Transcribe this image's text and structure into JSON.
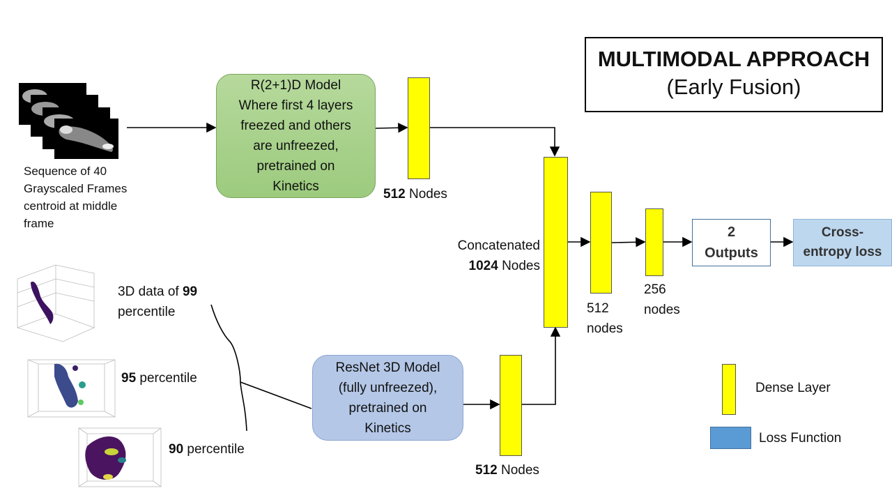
{
  "title": {
    "line1": "MULTIMODAL APPROACH",
    "line2": "(Early Fusion)"
  },
  "input_video": {
    "lines": [
      "Sequence of 40",
      "Grayscaled Frames",
      "centroid at middle",
      "frame"
    ]
  },
  "r21d_model": {
    "lines": [
      "R(2+1)D Model",
      "Where first 4 layers",
      "freezed and others",
      "are unfreezed,",
      "pretrained on",
      "Kinetics"
    ]
  },
  "resnet_model": {
    "lines": [
      "ResNet 3D Model",
      "(fully unfreezed),",
      "pretrained on",
      "Kinetics"
    ]
  },
  "dense_top_label": {
    "bold": "512",
    "text": " Nodes"
  },
  "dense_bottom_label": {
    "bold": "512",
    "text": " Nodes"
  },
  "concat_label": {
    "line1": "Concatenated",
    "bold": "1024",
    "text": " Nodes"
  },
  "dense_512_label": {
    "line1": "512",
    "line2": "nodes"
  },
  "dense_256_label": {
    "line1": "256",
    "line2": "nodes"
  },
  "outputs": {
    "line1": "2",
    "line2": "Outputs"
  },
  "loss": {
    "line1": "Cross-",
    "line2": "entropy loss"
  },
  "data_3d": [
    {
      "prefix": "3D data of ",
      "bold": "99",
      "suffix": "",
      "line2": "percentile"
    },
    {
      "prefix": "",
      "bold": "95",
      "suffix": " percentile"
    },
    {
      "prefix": "",
      "bold": "90",
      "suffix": " percentile"
    }
  ],
  "legend": {
    "dense": "Dense Layer",
    "loss": "Loss Function"
  },
  "colors": {
    "dense": "#ffff00",
    "r21d": "#a9d18e",
    "resnet": "#b4c7e7",
    "loss": "#bdd7ee",
    "legend_loss": "#5b9bd5"
  }
}
